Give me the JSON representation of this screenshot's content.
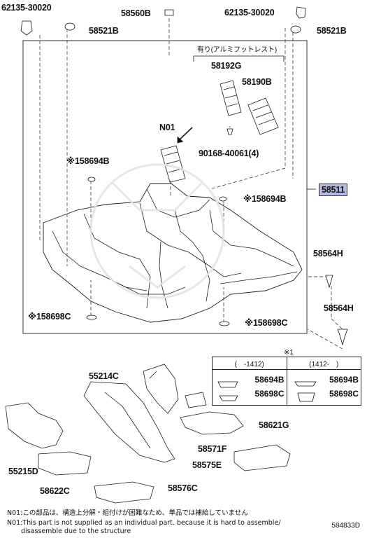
{
  "diagram": {
    "parts": {
      "clip_left": "62135-30020",
      "clip_right": "62135-30020",
      "plug_top": "58560B",
      "grommet_left": "58521B",
      "grommet_right": "58521B",
      "option_header": "有り(アルミフットレスト)",
      "footrest_plate": "58192G",
      "footrest_pad": "58190B",
      "screw": "90168-40061(4)",
      "n01": "N01",
      "carpet_assy": "58511",
      "hook_left": "※158694B",
      "hook_right": "※158694B",
      "hook_base_left": "※158698C",
      "hook_base_right": "※158698C",
      "fastener_1": "58564H",
      "fastener_2": "58564H",
      "silencer_front": "55214C",
      "silencer_dash": "55215D",
      "mat_rear_right": "58621G",
      "mat_center": "58571F",
      "mat_pad_right": "58575E",
      "mat_pad_left": "58622C",
      "mat_rear_center": "58576C"
    },
    "table": {
      "ref": "※1",
      "col1_header": "(　-1412)",
      "col2_header": "(1412-　)",
      "row1_col1": "58694B",
      "row1_col2": "58694B",
      "row2_col1": "58698C",
      "row2_col2": "58698C"
    },
    "notes": {
      "line1": "N01:この部品は、構造上分解・組付けが困難なため、単品では補給していません",
      "line2": "N01:This part is not supplied as an individual part.  because it is hard to assemble/",
      "line3": "disassemble due to the structure"
    },
    "figure_code": "584833D"
  }
}
